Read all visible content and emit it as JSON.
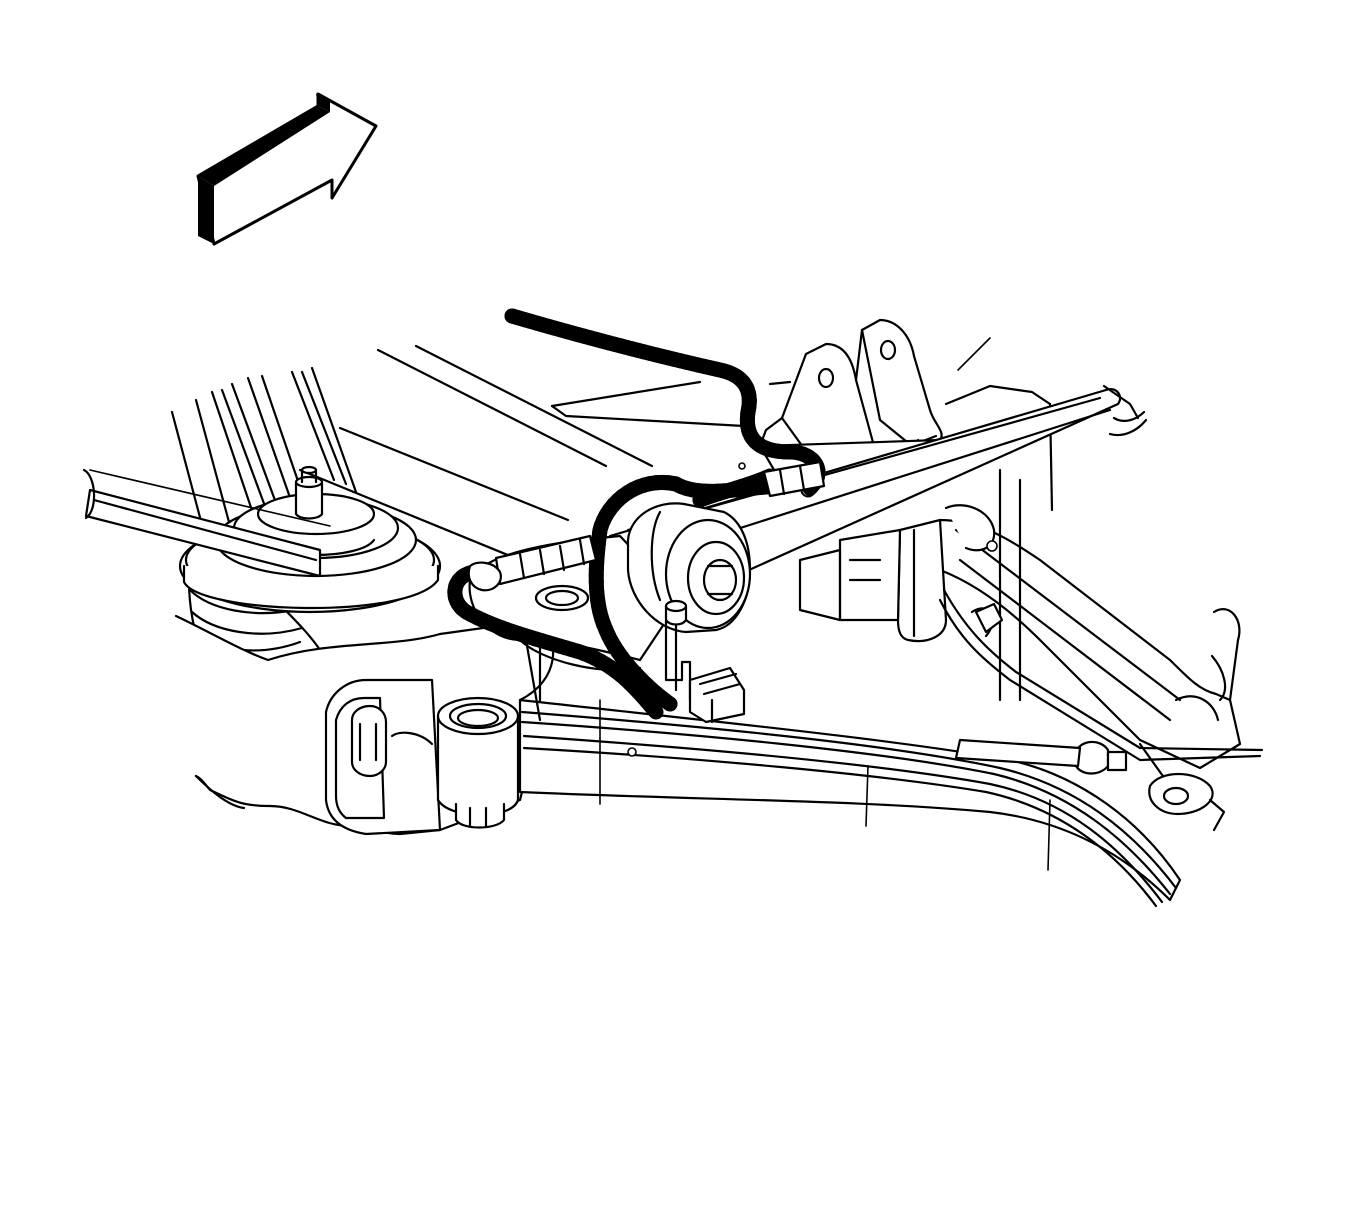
{
  "diagram": {
    "view_direction_arrow": "front-direction-arrow",
    "components": [
      "strut-mount",
      "wiring-harness",
      "harness-connector",
      "frame-crossmember",
      "mounting-bracket",
      "bushing",
      "sensor-connector",
      "brake-line",
      "retaining-bolt"
    ],
    "colors": {
      "line": "#000000",
      "background": "#ffffff"
    }
  }
}
